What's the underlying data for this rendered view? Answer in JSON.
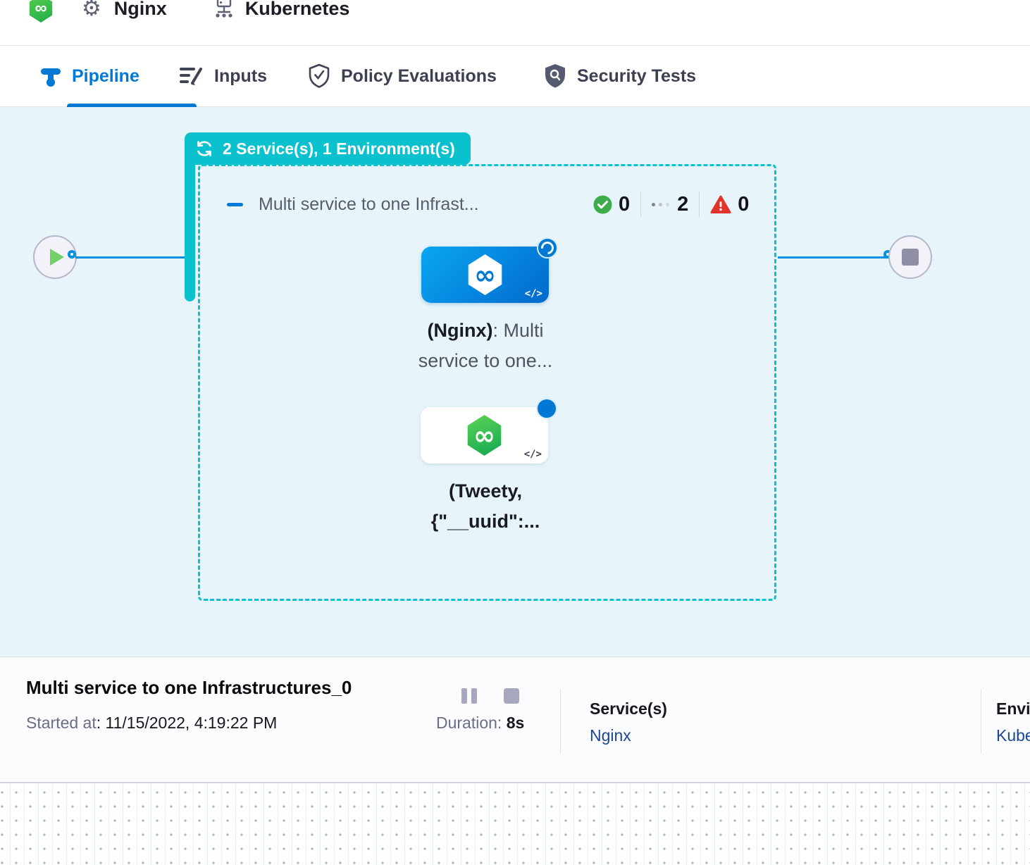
{
  "header": {
    "service": "Nginx",
    "environment": "Kubernetes"
  },
  "tabs": [
    {
      "label": "Pipeline",
      "active": true
    },
    {
      "label": "Inputs",
      "active": false
    },
    {
      "label": "Policy Evaluations",
      "active": false
    },
    {
      "label": "Security Tests",
      "active": false
    }
  ],
  "canvas": {
    "stage_badge": "2 Service(s), 1 Environment(s)",
    "stage": {
      "title": "Multi service to one Infrast...",
      "success_count": "0",
      "running_count": "2",
      "failed_count": "0",
      "nodes": [
        {
          "bold": "(Nginx)",
          "rest": ": Multi",
          "line2": "service to one..."
        },
        {
          "line1": "(Tweety,",
          "line2": "{\"__uuid\":..."
        }
      ]
    }
  },
  "footer": {
    "title": "Multi service to one Infrastructures_0",
    "started_label": "Started at",
    "started_value": ": 11/15/2022, 4:19:22 PM",
    "duration_label": "Duration: ",
    "duration_value": "8s",
    "services_label": "Service(s)",
    "services_value": "Nginx",
    "environments_label": "Envi",
    "environments_value": "Kube"
  },
  "icons": {
    "brand": "harness-infinity-logo",
    "breadcrumb": [
      "gear-icon",
      "kubernetes-cluster-icon"
    ],
    "tab_icons": [
      "pipeline-icon",
      "inputs-icon",
      "policy-shield-check-icon",
      "security-shield-scan-icon"
    ],
    "stage_badge_icon": "loop-sync-icon",
    "status_icons": [
      "success-check-icon",
      "running-dots-icon",
      "failed-warning-icon"
    ],
    "node_icons": [
      "harness-hexagon-icon",
      "code-icon",
      "spinner-icon"
    ],
    "terminal_icons": [
      "play-icon",
      "stop-icon"
    ],
    "control_icons": [
      "pause-icon",
      "stop-icon"
    ]
  },
  "colors": {
    "accent_blue": "#0278D5",
    "connector_blue": "#0191E1",
    "stage_teal": "#0BC1CE",
    "canvas_bg": "#E7F5FB",
    "success_green": "#3EAD4C",
    "failed_red": "#E0352B",
    "brand_green": "#2FB44A",
    "link_navy": "#1C4796"
  }
}
